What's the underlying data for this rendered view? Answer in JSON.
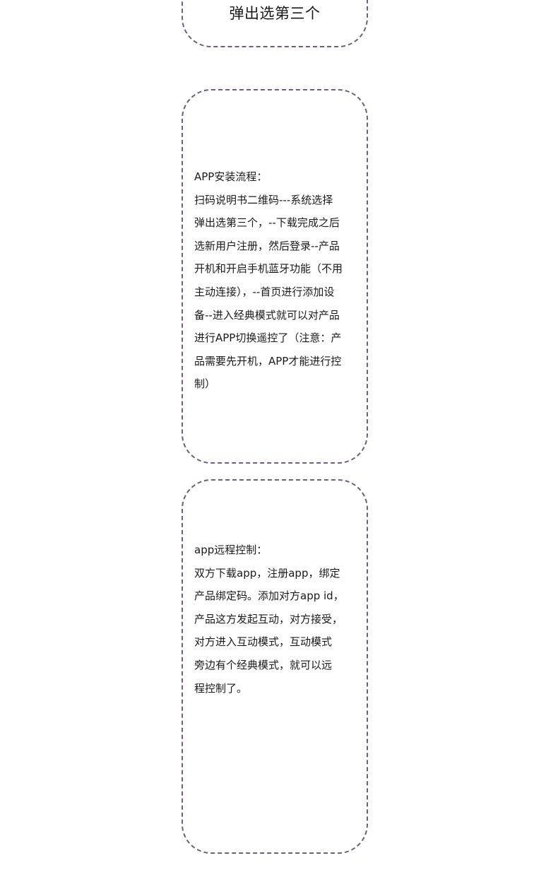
{
  "top_card": {
    "text": "弹出选第三个"
  },
  "install_card": {
    "title": "APP安装流程：",
    "body": "扫码说明书二维码---系统选择\n弹出选第三个，--下载完成之后\n选新用户注册，然后登录--产品\n开机和开启手机蓝牙功能（不用\n主动连接），--首页进行添加设\n备--进入经典模式就可以对产品\n进行APP切换遥控了（注意：产\n品需要先开机，APP才能进行控\n制）"
  },
  "remote_card": {
    "title": "app远程控制：",
    "body": "双方下载app，注册app，绑定\n产品绑定码。添加对方app id，\n产品这方发起互动，对方接受，\n对方进入互动模式，互动模式\n旁边有个经典模式，就可以远\n程控制了。"
  }
}
